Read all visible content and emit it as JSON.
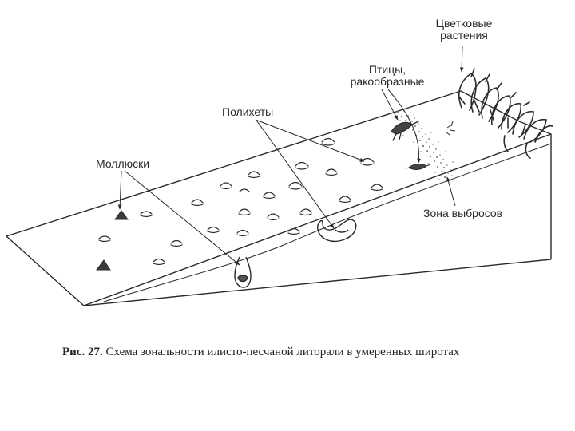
{
  "labels": {
    "flowering_plants_line1": "Цветковые",
    "flowering_plants_line2": "растения",
    "birds_line1": "Птицы,",
    "birds_line2": "ракообразные",
    "polychaetes": "Полихеты",
    "molluscs": "Моллюски",
    "wrack_zone": "Зона выбросов"
  },
  "caption": {
    "number": "Рис. 27.",
    "text": "Схема зональности илисто-песчаной литорали в умеренных широтах"
  },
  "colors": {
    "ink": "#2a2a2a",
    "paper": "#ffffff"
  }
}
